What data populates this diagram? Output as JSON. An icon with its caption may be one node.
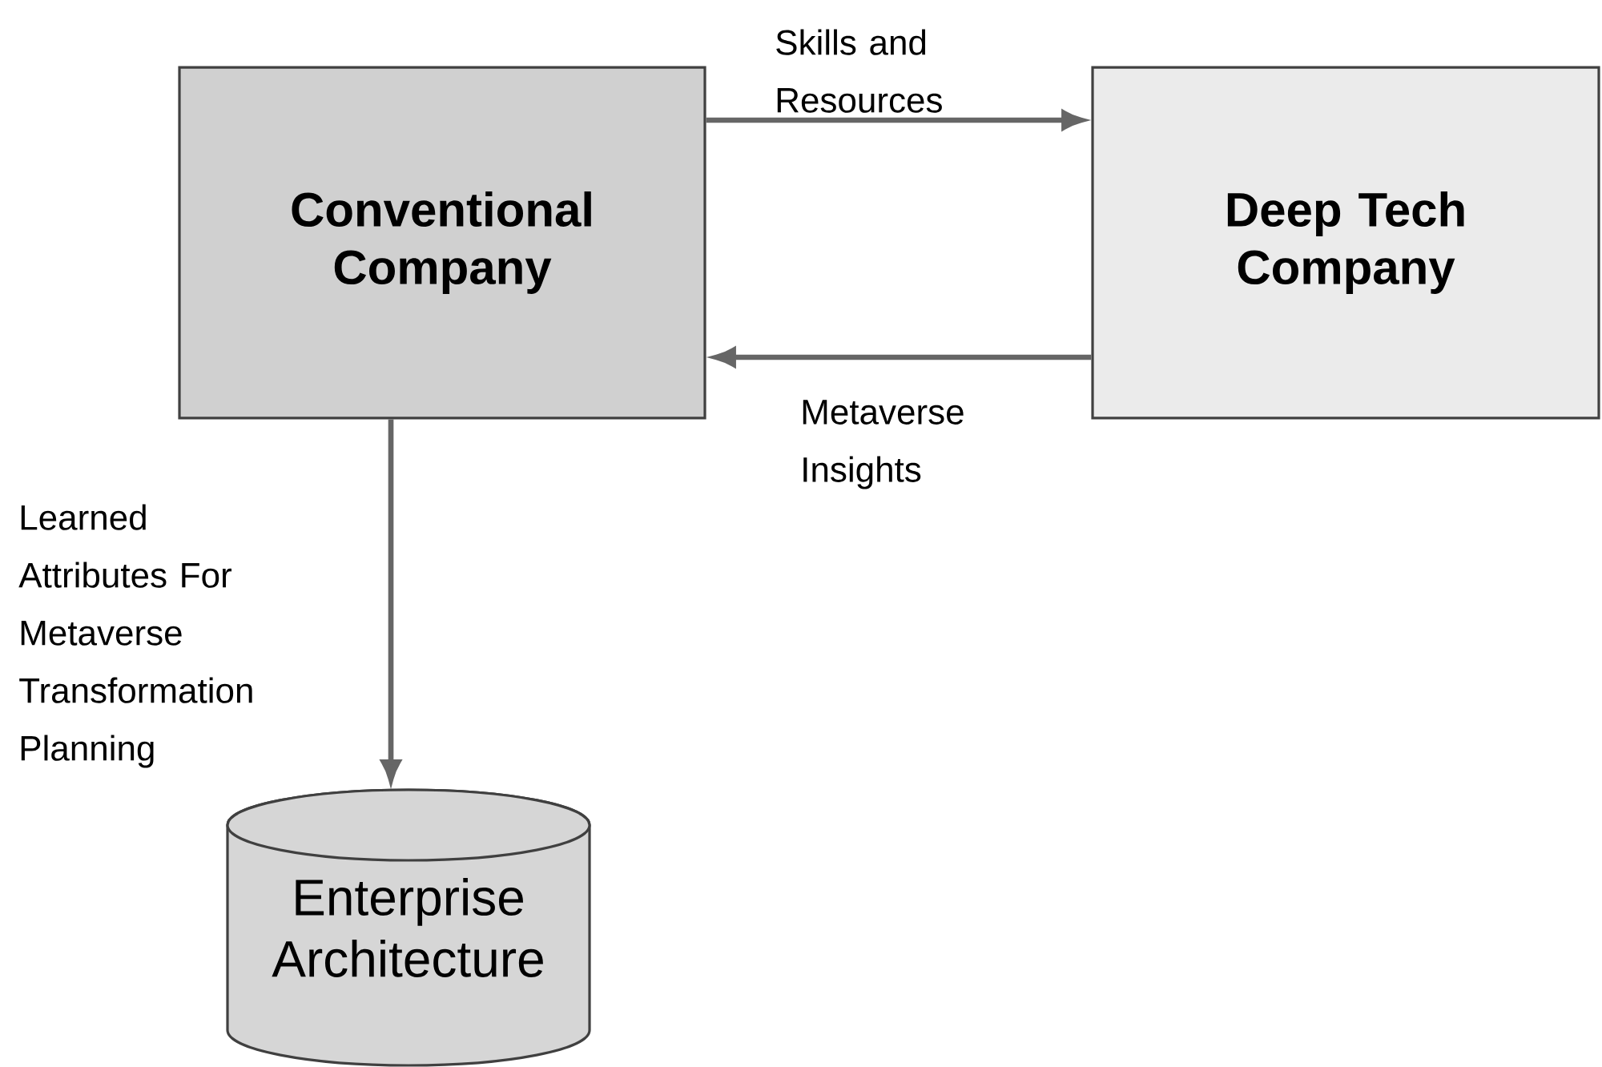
{
  "diagram": {
    "nodes": [
      {
        "text": [
          "Conventional Company"
        ]
      },
      {
        "text": [
          "Deep Tech Company"
        ]
      },
      {
        "text": [
          "Enterprise Architecture"
        ]
      }
    ],
    "edges": [
      {
        "from": 0,
        "to": 1,
        "arrow": "to",
        "label": "Skills and Resources"
      },
      {
        "from": 1,
        "to": 0,
        "arrow": "to",
        "label": "Metaverse Insights"
      },
      {
        "from": 0,
        "to": 2,
        "arrow": "to",
        "label": "Learned Attributes For Metaverse Transformation Planning"
      }
    ]
  }
}
